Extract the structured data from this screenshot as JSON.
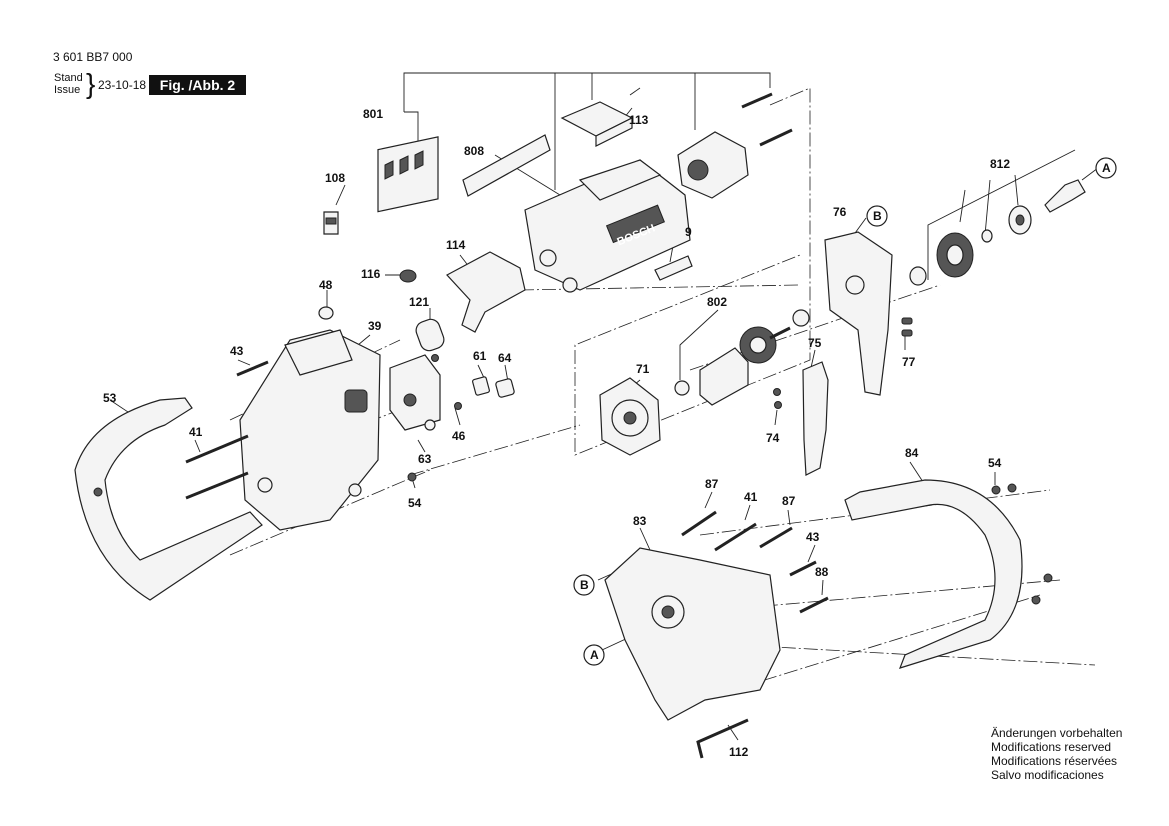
{
  "header": {
    "doc_number": "3 601 BB7 000",
    "stand_label": "Stand",
    "issue_label": "Issue",
    "date": "23-10-18",
    "figure_label": "Fig. /Abb. 2"
  },
  "notice": [
    "Änderungen vorbehalten",
    "Modifications reserved",
    "Modifications réservées",
    "Salvo modificaciones"
  ],
  "labels": {
    "p801": "801",
    "p808": "808",
    "p108": "108",
    "p113": "113",
    "p812": "812",
    "p76": "76",
    "p9": "9",
    "p114": "114",
    "p116": "116",
    "p121": "121",
    "p48": "48",
    "p39": "39",
    "p43a": "43",
    "p802": "802",
    "p61": "61",
    "p64": "64",
    "p71": "71",
    "p75": "75",
    "p77": "77",
    "p53": "53",
    "p41a": "41",
    "p46": "46",
    "p74": "74",
    "p63": "63",
    "p54a": "54",
    "p84": "84",
    "p54b": "54",
    "p87a": "87",
    "p41b": "41",
    "p87b": "87",
    "p83": "83",
    "p43b": "43",
    "p88": "88",
    "p112": "112"
  },
  "refs": {
    "A1": "A",
    "B1": "B",
    "B2": "B",
    "A2": "A"
  },
  "brand": "BOSCH"
}
